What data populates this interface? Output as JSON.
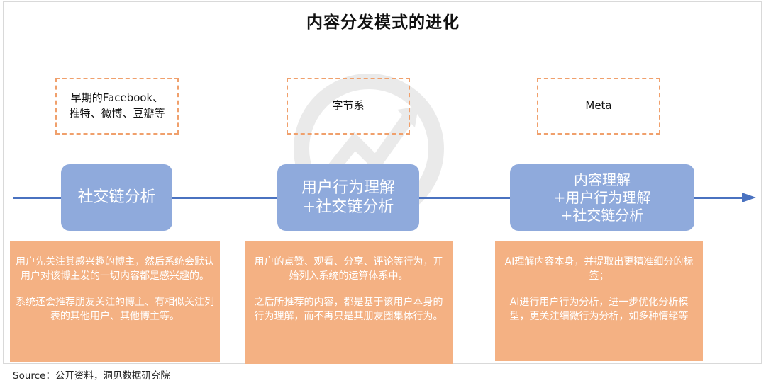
{
  "title": "内容分发模式的进化",
  "source": "Source：公开资料，洞见数据研究院",
  "columns": [
    {
      "platform": "早期的Facebook、\n推特、微博、豆瓣等",
      "stage": "社交链分析",
      "desc": [
        "用户先关注其感兴趣的博主，然后系统会默认用户对该博主发的一切内容都是感兴趣的。",
        "系统还会推荐朋友关注的博主、有相似关注列表的其他用户、其他博主等。"
      ]
    },
    {
      "platform": "字节系",
      "stage": "用户行为理解\n+社交链分析",
      "desc": [
        "用户的点赞、观看、分享、评论等行为，开始列入系统的运算体系中。",
        "之后所推荐的内容，都是基于该用户本身的行为理解，而不再只是其朋友圈集体行为。"
      ]
    },
    {
      "platform": "Meta",
      "stage": "内容理解\n+用户行为理解\n+社交链分析",
      "desc": [
        "AI理解内容本身，并提取出更精准细分的标签；",
        "AI进行用户行为分析，进一步优化分析模型，更关注细微行为分析，如多种情绪等"
      ]
    }
  ],
  "colors": {
    "stage_fill": "#8faadc",
    "desc_fill": "#f4b183",
    "dashed_border": "#f0a06c",
    "timeline": "#4a72c0"
  }
}
